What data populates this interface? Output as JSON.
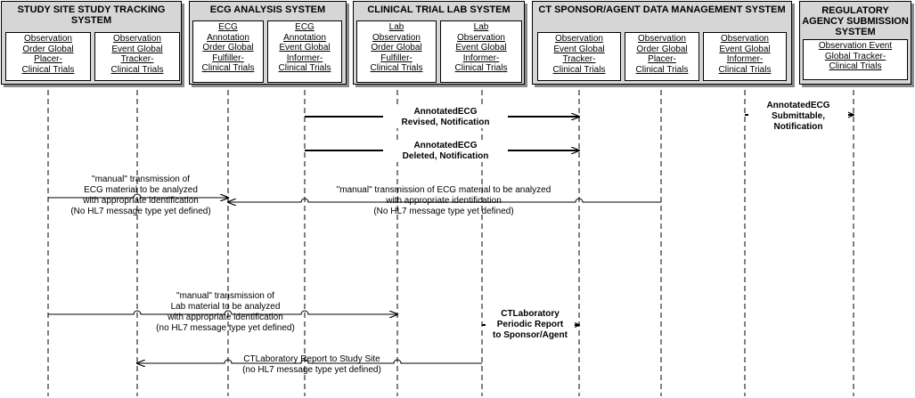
{
  "systems": [
    {
      "title": "STUDY SITE STUDY TRACKING\nSYSTEM"
    },
    {
      "title": "ECG ANALYSIS SYSTEM"
    },
    {
      "title": "CLINICAL TRIAL LAB SYSTEM"
    },
    {
      "title": "CT SPONSOR/AGENT DATA MANAGEMENT SYSTEM"
    },
    {
      "title": "REGULATORY\nAGENCY SUBMISSION\nSYSTEM"
    }
  ],
  "roles": [
    {
      "label": "Observation\nOrder Global\nPlacer-\nClinical Trials"
    },
    {
      "label": "Observation\nEvent Global\nTracker-\nClinical Trials"
    },
    {
      "label": "ECG\nAnnotation\nOrder Global\nFulfiller-\nClinical Trials"
    },
    {
      "label": "ECG\nAnnotation\nEvent Global\nInformer-\nClinical Trials"
    },
    {
      "label": "Lab\nObservation\nOrder Global\nFulfiller-\nClinical Trials"
    },
    {
      "label": "Lab\nObservation\nEvent Global\nInformer-\nClinical Trials"
    },
    {
      "label": "Observation\nEvent Global\nTracker-\nClinical Trials"
    },
    {
      "label": "Observation\nOrder Global\nPlacer-\nClinical Trials"
    },
    {
      "label": "Observation\nEvent Global\nInformer-\nClinical Trials"
    },
    {
      "label": "Observation Event\nGlobal Tracker-\nClinical Trials"
    }
  ],
  "messages": [
    {
      "label": "AnnotatedECG\nRevised, Notification"
    },
    {
      "label": "AnnotatedECG\nSubmittable,\nNotification"
    },
    {
      "label": "AnnotatedECG\nDeleted, Notification"
    },
    {
      "label": "\"manual\" transmission of\nECG material to be analyzed\nwith appropriate identification\n(No HL7 message type yet defined)"
    },
    {
      "label": "\"manual\" transmission of ECG material to be analyzed\nwith appropriate identification\n(No HL7 message type yet defined)"
    },
    {
      "label": "\"manual\" transmission of\nLab material to be analyzed\nwith appropriate identification\n(no HL7 message type yet defined)"
    },
    {
      "label": "CTLaboratory\nPeriodic Report\nto Sponsor/Agent"
    },
    {
      "label": "CTLaboratory Report to Study Site\n(no HL7 message type yet defined)"
    }
  ]
}
